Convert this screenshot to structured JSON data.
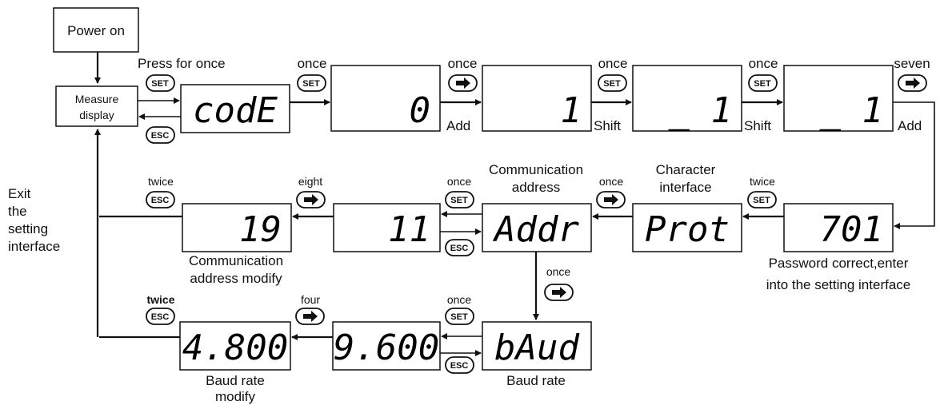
{
  "power_on": "Power on",
  "measure_display": [
    "Measure",
    "display"
  ],
  "exit_label": [
    "Exit",
    "the",
    "setting",
    "interface"
  ],
  "displays": {
    "code": "codE",
    "d0": "0",
    "d1": "1",
    "d1b": "_ 1",
    "d1c": "_ 1",
    "pw": "701",
    "prot": "Prot",
    "addr": "Addr",
    "d11": "11",
    "d19": "19",
    "baud": "bAud",
    "d9600": "9.600",
    "d4800": "4.800"
  },
  "counts": {
    "press_once": "Press for once",
    "once1": "once",
    "once2": "once",
    "once3": "once",
    "once4": "once",
    "seven": "seven",
    "twice_pw": "twice",
    "once_prot": "once",
    "once_addr": "once",
    "eight": "eight",
    "twice_top": "twice",
    "once_down": "once",
    "once_baud": "once",
    "four": "four",
    "twice_bottom": "twice"
  },
  "actions": {
    "add1": "Add",
    "shift1": "Shift",
    "shift2": "Shift",
    "add2": "Add"
  },
  "captions": {
    "comm_address": [
      "Communication",
      "address"
    ],
    "char_interface": [
      "Character",
      "interface"
    ],
    "password_correct": [
      "Password correct,enter",
      "into the setting interface"
    ],
    "comm_modify": [
      "Communication",
      "address modify"
    ],
    "baud_rate": "Baud rate",
    "baud_modify": [
      "Baud rate",
      "modify"
    ]
  },
  "buttons": {
    "set": "SET",
    "esc": "ESC"
  }
}
